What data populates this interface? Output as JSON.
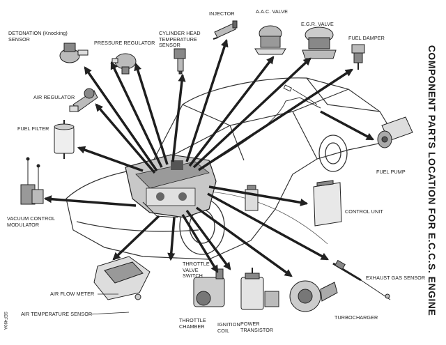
{
  "title": "COMPONENT PARTS LOCATION FOR E.C.C.S. ENGINE",
  "figure_code": "SEF490A",
  "components": {
    "detonation_sensor": "DETONATION (Knocking)\nSENSOR",
    "pressure_regulator": "PRESSURE REGULATOR",
    "cylinder_head_temp_sensor": "CYLINDER HEAD\nTEMPERATURE\nSENSOR",
    "injector": "INJECTOR",
    "aac_valve": "A.A.C. VALVE",
    "egr_valve": "E.G.R. VALVE",
    "fuel_damper": "FUEL DAMPER",
    "air_regulator": "AIR REGULATOR",
    "fuel_filter": "FUEL FILTER",
    "fuel_pump": "FUEL PUMP",
    "control_unit": "CONTROL UNIT",
    "vacuum_control_modulator": "VACUUM CONTROL\nMODULATOR",
    "exhaust_gas_sensor": "EXHAUST GAS SENSOR",
    "throttle_valve_switch": "THROTTLE\nVALVE\nSWITCH",
    "air_flow_meter": "AIR FLOW METER",
    "air_temperature_sensor": "AIR TEMPERATURE SENSOR",
    "throttle_chamber": "THROTTLE\nCHAMBER",
    "ignition_coil": "IGNITION\nCOIL",
    "power_transistor": "POWER\nTRANSISTOR",
    "turbocharger": "TURBOCHARGER"
  }
}
